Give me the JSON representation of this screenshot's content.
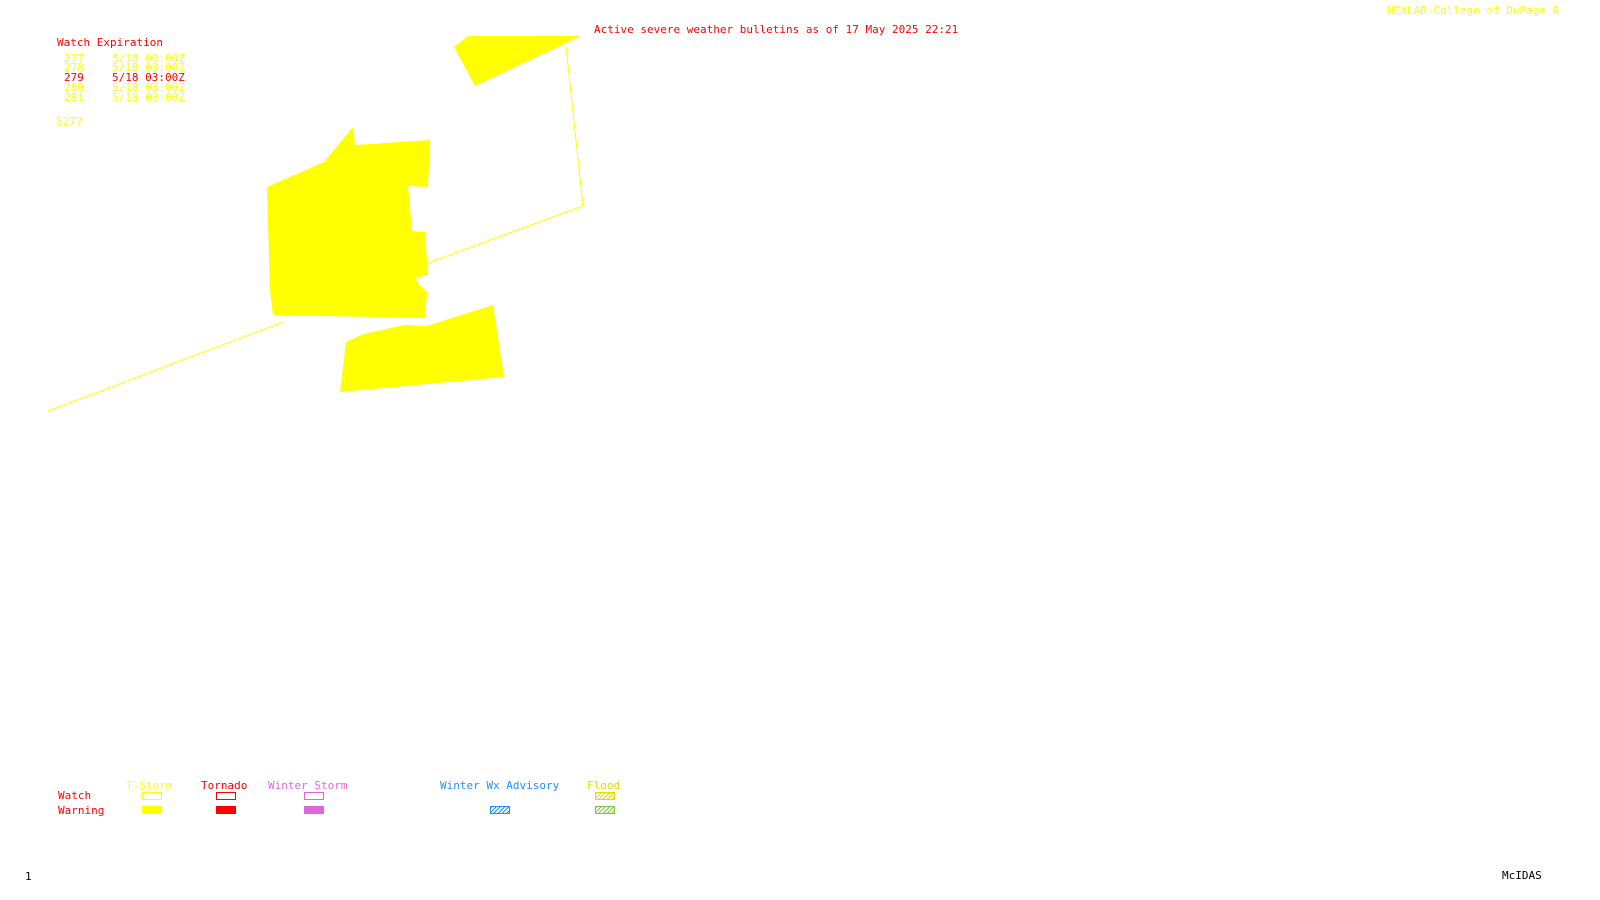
{
  "header": {
    "title": "Active severe weather bulletins as of 17 May 2025 22:21",
    "credit": "NEXLAB-College of DuPage R"
  },
  "watch_table": {
    "heading": "Watch Expiration",
    "rows": [
      {
        "id": "277",
        "expires": "5/18 00:00Z",
        "color": "#ffff00"
      },
      {
        "id": "278",
        "expires": "5/18 03:00Z",
        "color": "#ffff00"
      },
      {
        "id": "279",
        "expires": "5/18 03:00Z",
        "color": "#ff0000"
      },
      {
        "id": "280",
        "expires": "5/18 03:00Z",
        "color": "#ffff00"
      },
      {
        "id": "281",
        "expires": "5/18 03:00Z",
        "color": "#ffff00"
      }
    ],
    "status_code": "S277"
  },
  "legend": {
    "row_labels": {
      "watch": "Watch",
      "warning": "Warning"
    },
    "categories": [
      {
        "label": "T-Storm",
        "color": "#ffff00"
      },
      {
        "label": "Tornado",
        "color": "#ff0000"
      },
      {
        "label": "Winter Storm",
        "color": "#e066e0"
      },
      {
        "label": "Winter Wx Advisory",
        "color": "#1e90ff"
      },
      {
        "label": "Flood",
        "color": "#e8d800"
      }
    ]
  },
  "footer": {
    "frame_number": "1",
    "software": "McIDAS"
  },
  "colors": {
    "tstorm": "#ffff00",
    "tornado": "#ff0000",
    "winter_storm": "#e066e0",
    "winter_advisory": "#1e90ff",
    "flood": "#e8d800",
    "flood_warning": "#7ccd3c"
  }
}
